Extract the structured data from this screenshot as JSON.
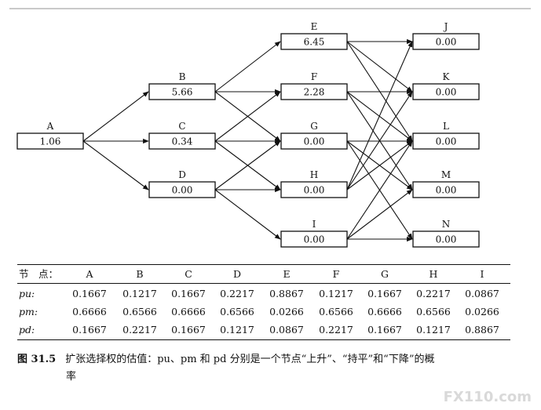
{
  "nodes": [
    {
      "id": "A",
      "label": "A",
      "value": "1.06"
    },
    {
      "id": "B",
      "label": "B",
      "value": "5.66"
    },
    {
      "id": "C",
      "label": "C",
      "value": "0.34"
    },
    {
      "id": "D",
      "label": "D",
      "value": "0.00"
    },
    {
      "id": "E",
      "label": "E",
      "value": "6.45"
    },
    {
      "id": "F",
      "label": "F",
      "value": "2.28"
    },
    {
      "id": "G",
      "label": "G",
      "value": "0.00"
    },
    {
      "id": "H",
      "label": "H",
      "value": "0.00"
    },
    {
      "id": "I",
      "label": "I",
      "value": "0.00"
    },
    {
      "id": "J",
      "label": "J",
      "value": "0.00"
    },
    {
      "id": "K",
      "label": "K",
      "value": "0.00"
    },
    {
      "id": "L",
      "label": "L",
      "value": "0.00"
    },
    {
      "id": "M",
      "label": "M",
      "value": "0.00"
    },
    {
      "id": "N",
      "label": "N",
      "value": "0.00"
    }
  ],
  "edges": [
    [
      "A",
      "B"
    ],
    [
      "A",
      "C"
    ],
    [
      "A",
      "D"
    ],
    [
      "B",
      "E"
    ],
    [
      "B",
      "F"
    ],
    [
      "B",
      "G"
    ],
    [
      "C",
      "F"
    ],
    [
      "C",
      "G"
    ],
    [
      "C",
      "H"
    ],
    [
      "D",
      "G"
    ],
    [
      "D",
      "H"
    ],
    [
      "D",
      "I"
    ],
    [
      "E",
      "J"
    ],
    [
      "E",
      "K"
    ],
    [
      "E",
      "L"
    ],
    [
      "F",
      "K"
    ],
    [
      "F",
      "L"
    ],
    [
      "F",
      "M"
    ],
    [
      "G",
      "L"
    ],
    [
      "G",
      "M"
    ],
    [
      "G",
      "N"
    ],
    [
      "H",
      "J"
    ],
    [
      "H",
      "K"
    ],
    [
      "H",
      "L"
    ],
    [
      "I",
      "L"
    ],
    [
      "I",
      "M"
    ],
    [
      "I",
      "N"
    ]
  ],
  "table": {
    "header_label": "节　点：",
    "columns": [
      "A",
      "B",
      "C",
      "D",
      "E",
      "F",
      "G",
      "H",
      "I"
    ],
    "rows": [
      {
        "label": "pu:",
        "values": [
          "0.1667",
          "0.1217",
          "0.1667",
          "0.2217",
          "0.8867",
          "0.1217",
          "0.1667",
          "0.2217",
          "0.0867"
        ]
      },
      {
        "label": "pm:",
        "values": [
          "0.6666",
          "0.6566",
          "0.6666",
          "0.6566",
          "0.0266",
          "0.6566",
          "0.6666",
          "0.6566",
          "0.0266"
        ]
      },
      {
        "label": "pd:",
        "values": [
          "0.1667",
          "0.2217",
          "0.1667",
          "0.1217",
          "0.0867",
          "0.2217",
          "0.1667",
          "0.1217",
          "0.8867"
        ]
      }
    ]
  },
  "caption": {
    "number": "图 31.5",
    "text": "扩张选择权的估值：pu、pm 和 pd 分别是一个节点“上升”、“持平”和“下降”的概",
    "continuation": "率"
  },
  "watermark": "FX110.com"
}
